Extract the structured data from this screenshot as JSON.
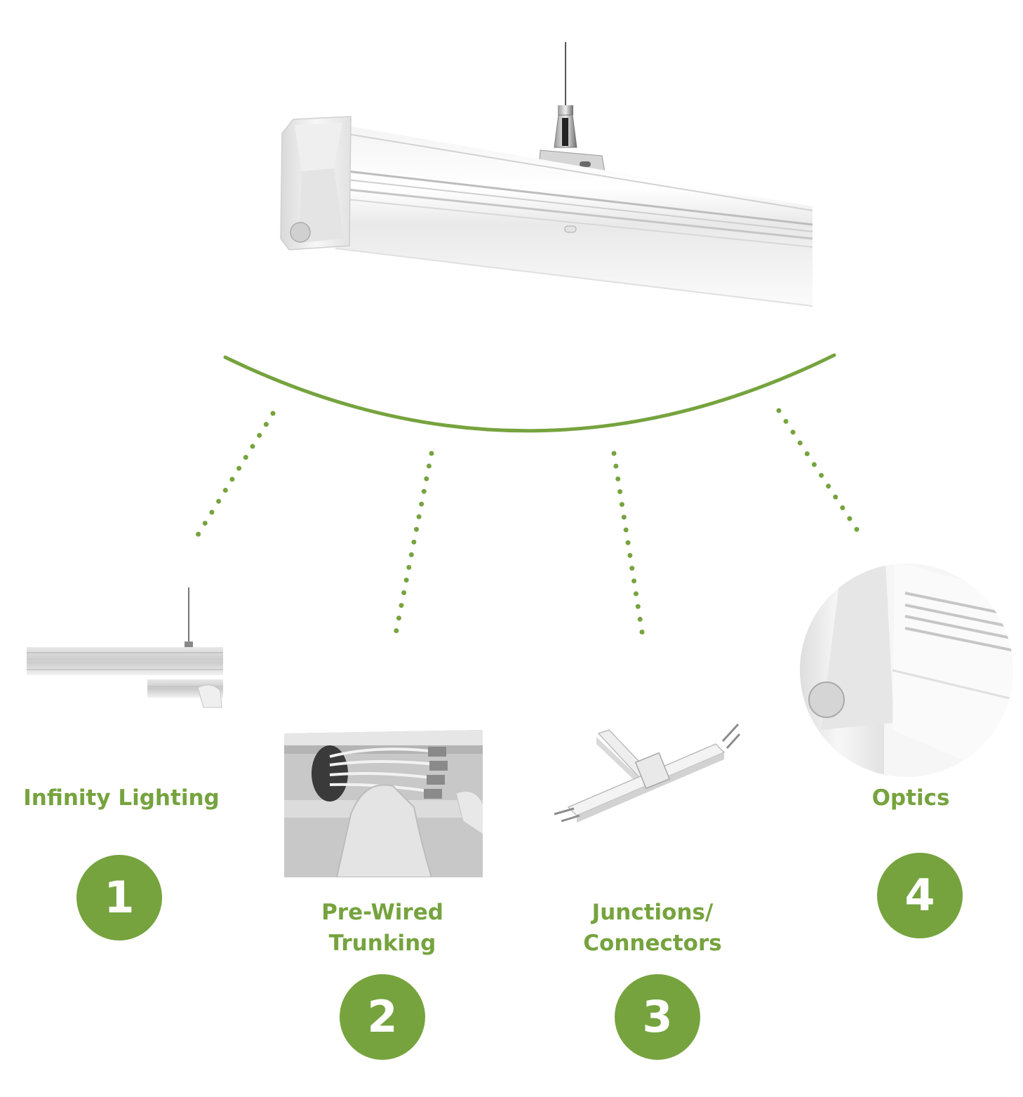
{
  "accent_color": "#76a33e",
  "items": [
    {
      "number": "1",
      "label_lines": [
        "Infinity Lighting"
      ]
    },
    {
      "number": "2",
      "label_lines": [
        "Pre-Wired",
        "Trunking"
      ]
    },
    {
      "number": "3",
      "label_lines": [
        "Junctions/",
        "Connectors"
      ]
    },
    {
      "number": "4",
      "label_lines": [
        "Optics"
      ]
    }
  ]
}
